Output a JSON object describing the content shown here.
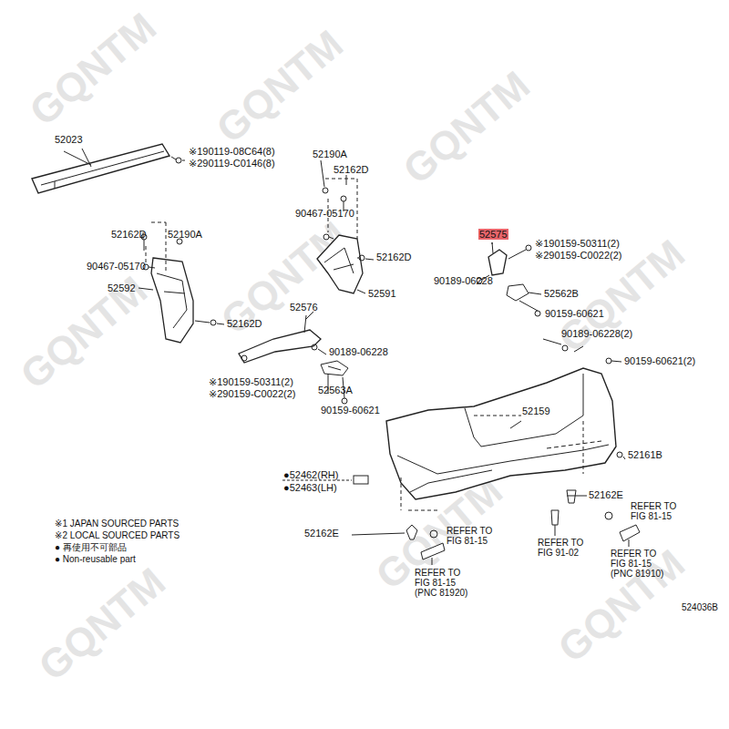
{
  "diagram": {
    "labels": [
      "52023",
      "※190119-08C64(8)",
      "※290119-C0146(8)",
      "52190A",
      "52162D",
      "90467-05170",
      "52162D",
      "52190A",
      "90467-05170",
      "52592",
      "52162D",
      "52162D",
      "52591",
      "52575",
      "※190159-50311(2)",
      "※290159-C0022(2)",
      "90189-06228",
      "52562B",
      "90159-60621",
      "90189-06228(2)",
      "90159-60621(2)",
      "52576",
      "90189-06228",
      "※190159-50311(2)",
      "※290159-C0022(2)",
      "52563A",
      "90159-60621",
      "52159",
      "52161B",
      "●52462(RH)",
      "●52463(LH)",
      "52162E",
      "52162E",
      "REFER TO FIG 81-15",
      "REFER TO FIG 91-02",
      "REFER TO FIG 81-15",
      "REFER TO FIG 81-15 (PNC 81920)",
      "REFER TO FIG 81-15 (PNC 81910)",
      "※1 JAPAN SOURCED PARTS",
      "※2 LOCAL SOURCED PARTS",
      "● 再使用不可部品",
      "● Non-reusable part",
      "524036B",
      "GQNTM",
      "GQNTM",
      "GQNTM",
      "GQNTM",
      "GQNTM",
      "GQNTM",
      "GQNTM",
      "GQNTM",
      "GQNTM"
    ]
  }
}
